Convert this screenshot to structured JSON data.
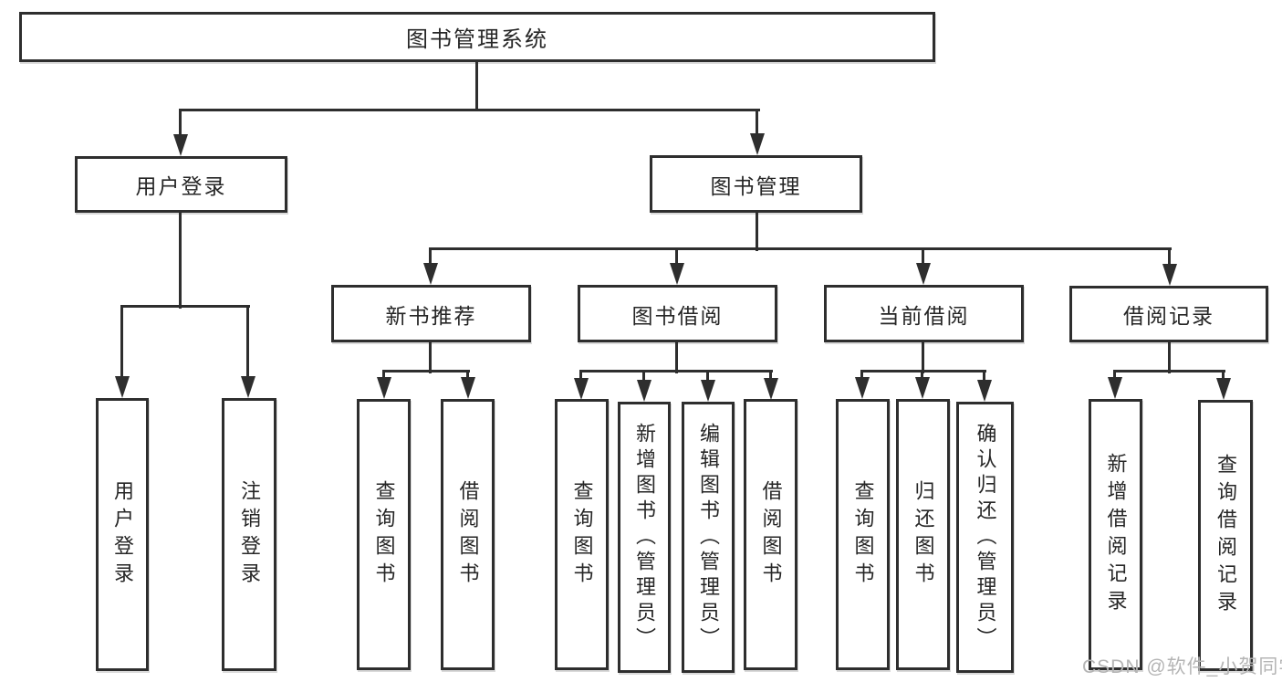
{
  "diagram": {
    "root": "图书管理系统",
    "level2": [
      {
        "label": "用户登录"
      },
      {
        "label": "图书管理"
      }
    ],
    "level3": [
      {
        "label": "新书推荐"
      },
      {
        "label": "图书借阅"
      },
      {
        "label": "当前借阅"
      },
      {
        "label": "借阅记录"
      }
    ],
    "leaves": {
      "login": [
        "用户登录",
        "注销登录"
      ],
      "recommend": [
        "查询图书",
        "借阅图书"
      ],
      "borrow": [
        "查询图书",
        "新增图书（管理员）",
        "编辑图书（管理员）",
        "借阅图书"
      ],
      "current": [
        "查询图书",
        "归还图书",
        "确认归还（管理员）"
      ],
      "records": [
        "新增借阅记录",
        "查询借阅记录"
      ]
    },
    "watermark": "CSDN @软件_小贺同学",
    "colors": {
      "line": "#2e2e2e",
      "text": "#262626",
      "background": "#ffffff",
      "watermark": "#b5b5b5"
    }
  }
}
